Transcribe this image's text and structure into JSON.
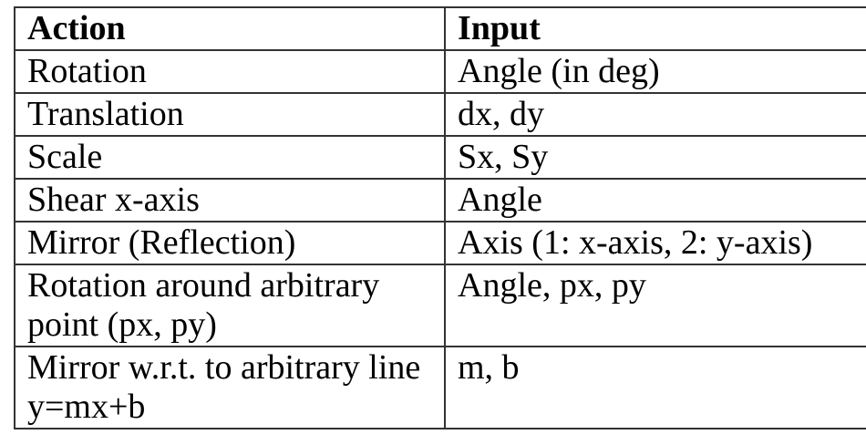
{
  "table": {
    "columns": [
      "Action",
      "Input"
    ],
    "rows": [
      {
        "action": "Rotation",
        "input": "Angle (in deg)"
      },
      {
        "action": "Translation",
        "input": "dx, dy"
      },
      {
        "action": "Scale",
        "input": "Sx, Sy"
      },
      {
        "action": "Shear x-axis",
        "input": "Angle"
      },
      {
        "action": "Mirror (Reflection)",
        "input": "Axis (1: x-axis, 2: y-axis)"
      },
      {
        "action": "Rotation around arbitrary point (px, py)",
        "input": "Angle, px, py"
      },
      {
        "action": "Mirror w.r.t. to arbitrary line y=mx+b",
        "input": "m, b"
      }
    ]
  },
  "colors": {
    "border": "#333333",
    "text": "#000000",
    "background": "#ffffff"
  }
}
